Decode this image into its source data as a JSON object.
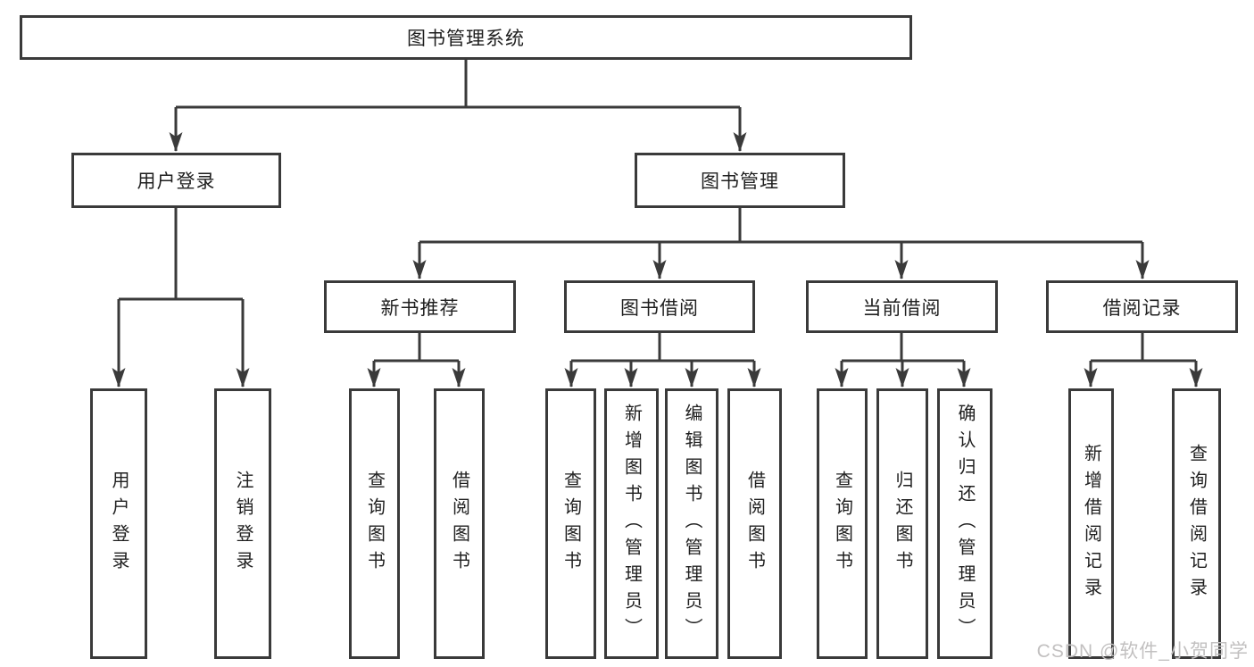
{
  "tree": {
    "root": {
      "label": "图书管理系统"
    },
    "branches": [
      {
        "label": "用户登录",
        "children": [
          {
            "label": "用户登录"
          },
          {
            "label": "注销登录"
          }
        ]
      },
      {
        "label": "图书管理",
        "groups": [
          {
            "label": "新书推荐",
            "children": [
              {
                "label": "查询图书"
              },
              {
                "label": "借阅图书"
              }
            ]
          },
          {
            "label": "图书借阅",
            "children": [
              {
                "label": "查询图书"
              },
              {
                "label": "新增图书（管理员）"
              },
              {
                "label": "编辑图书（管理员）"
              },
              {
                "label": "借阅图书"
              }
            ]
          },
          {
            "label": "当前借阅",
            "children": [
              {
                "label": "查询图书"
              },
              {
                "label": "归还图书"
              },
              {
                "label": "确认归还（管理员）"
              }
            ]
          },
          {
            "label": "借阅记录",
            "children": [
              {
                "label": "新增借阅记录"
              },
              {
                "label": "查询借阅记录"
              }
            ]
          }
        ]
      }
    ]
  },
  "watermark": "CSDN @软件_小贺同学",
  "colors": {
    "line": "#3a3a3a",
    "box_background": "#ffffff",
    "text": "#1f1f1f",
    "watermark": "#c2c0c0"
  }
}
